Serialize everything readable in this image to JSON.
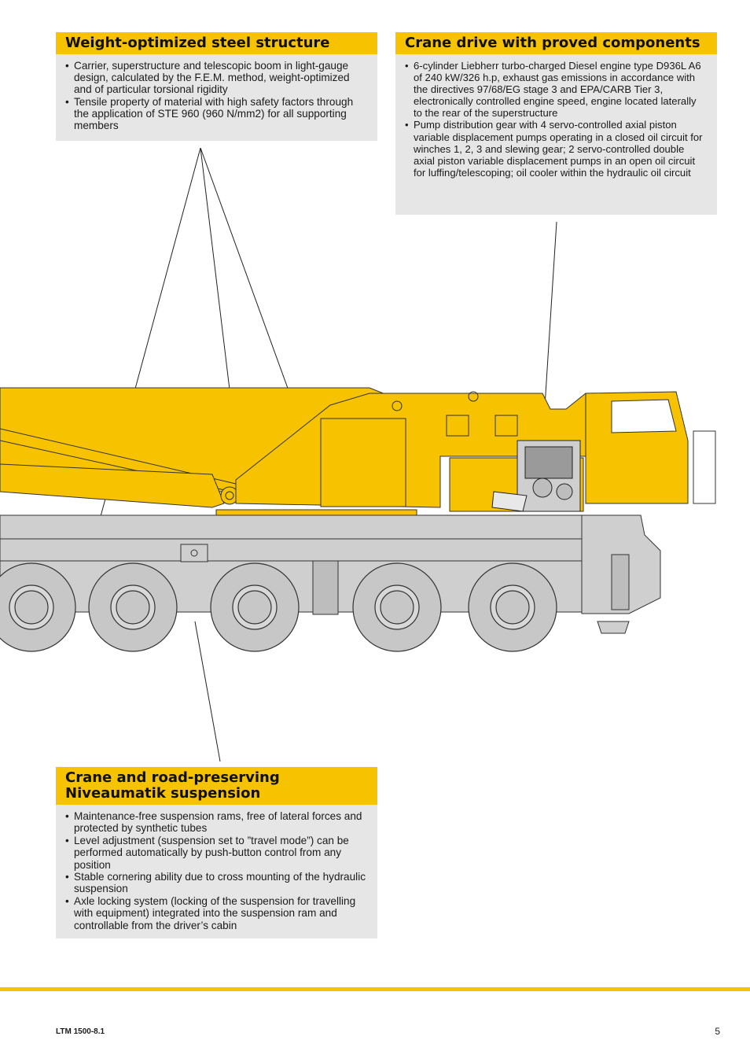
{
  "sections": {
    "steel": {
      "title": "Weight-optimized steel structure",
      "items": [
        "Carrier, superstructure and telescopic boom in light-gauge design, calculated by the F.E.M. method, weight-optimized and of particular torsional rigidity",
        "Tensile property of material with high safety factors through the application of STE 960 (960 N/mm2) for all supporting members"
      ]
    },
    "drive": {
      "title": "Crane drive with proved components",
      "items": [
        "6-cylinder Liebherr turbo-charged Diesel engine type D936L A6 of 240 kW/326 h.p, exhaust gas emissions in accordance with the directives 97/68/EG stage 3 and EPA/CARB Tier 3, electronically controlled engine speed, engine located laterally to the rear of the superstructure",
        "Pump distribution gear with 4 servo-controlled axial piston variable displacement pumps operating in a closed oil circuit for winches 1, 2, 3 and slewing gear; 2 servo-controlled double axial piston variable displacement pumps in an open oil circuit for luffing/telescoping; oil cooler within the hydraulic oil circuit"
      ]
    },
    "suspension": {
      "title": "Crane and road-preserving Niveaumatik suspension",
      "items": [
        "Maintenance-free suspension rams, free of lateral forces and protected by synthetic tubes",
        "Level adjustment (suspension set to ”travel mode”) can be performed automatically by push-button control from any position",
        "Stable cornering ability due to cross mounting of the hydraulic suspension",
        "Axle locking system (locking of the suspension for travelling with equipment) integrated into the suspension ram and controllable from the driver’s cabin"
      ]
    }
  },
  "colors": {
    "accent": "#f7c200",
    "box_bg": "#e6e6e6",
    "carrier_grey": "#cfcfcf"
  },
  "footer": {
    "model": "LTM 1500-8.1",
    "page": "5"
  }
}
